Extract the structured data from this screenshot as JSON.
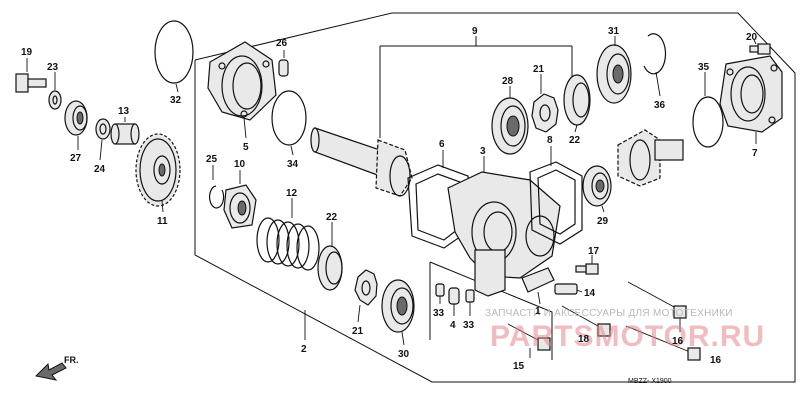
{
  "part_numbers": [
    {
      "n": "19"
    },
    {
      "n": "23"
    },
    {
      "n": "27"
    },
    {
      "n": "24"
    },
    {
      "n": "13"
    },
    {
      "n": "11"
    },
    {
      "n": "32"
    },
    {
      "n": "26"
    },
    {
      "n": "5"
    },
    {
      "n": "34"
    },
    {
      "n": "25"
    },
    {
      "n": "10"
    },
    {
      "n": "12"
    },
    {
      "n": "22"
    },
    {
      "n": "21"
    },
    {
      "n": "30"
    },
    {
      "n": "2"
    },
    {
      "n": "9"
    },
    {
      "n": "6"
    },
    {
      "n": "3"
    },
    {
      "n": "28"
    },
    {
      "n": "21"
    },
    {
      "n": "22"
    },
    {
      "n": "8"
    },
    {
      "n": "29"
    },
    {
      "n": "31"
    },
    {
      "n": "36"
    },
    {
      "n": "20"
    },
    {
      "n": "35"
    },
    {
      "n": "7"
    },
    {
      "n": "33"
    },
    {
      "n": "4"
    },
    {
      "n": "33"
    },
    {
      "n": "1"
    },
    {
      "n": "17"
    },
    {
      "n": "14"
    },
    {
      "n": "15"
    },
    {
      "n": "18"
    },
    {
      "n": "16"
    },
    {
      "n": "16"
    }
  ],
  "watermark": {
    "line1": "ЗАПЧАСТИ И АКСЕССУАРЫ ДЛЯ МОТОТЕХНИКИ",
    "line2": "PARTSMOTOR.RU"
  },
  "diagram_code": "MBZZ- X1900",
  "direction_label": "FR."
}
